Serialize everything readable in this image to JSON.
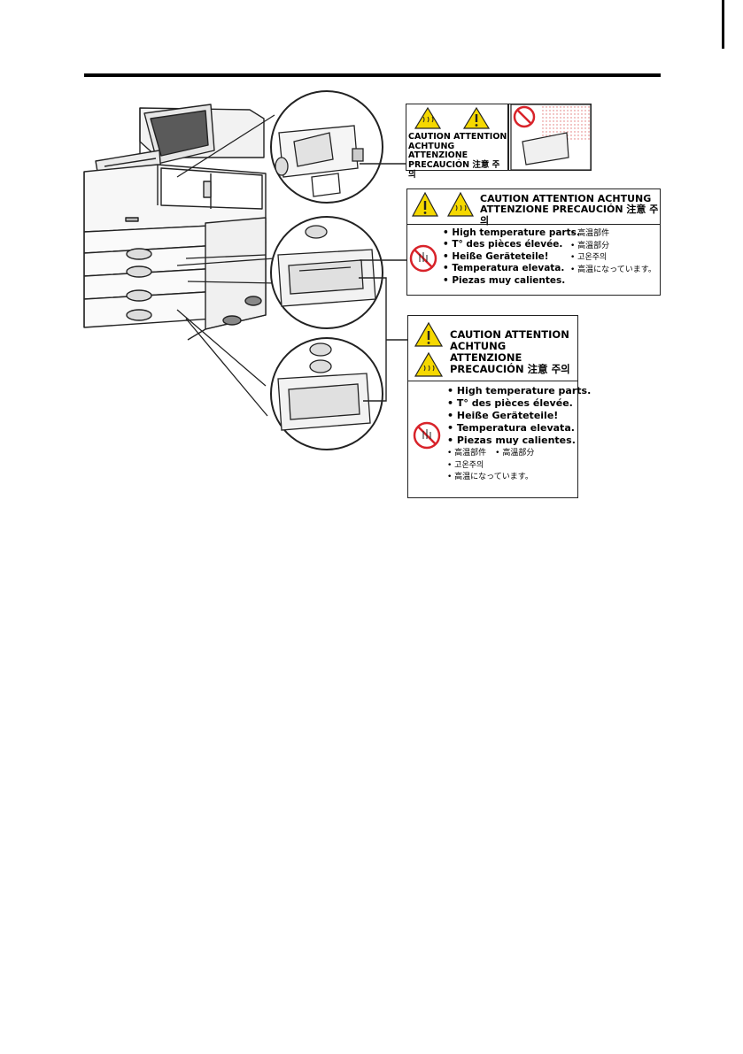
{
  "header": {
    "rule_color": "#000000"
  },
  "figure": {
    "device": "printer-with-paper-trays",
    "callout_count": 3,
    "label_top": {
      "title_lines": [
        "CAUTION  ATTENTION",
        "ACHTUNG  ATTENZIONE",
        "PRECAUCIÓN  注意  주의"
      ]
    },
    "label_middle": {
      "title_lines": [
        "CAUTION  ATTENTION  ACHTUNG",
        "ATTENZIONE  PRECAUCIÓN 注意 주의"
      ],
      "left_bullets": [
        "• High temperature parts.",
        "• T° des pièces élevée.",
        "• Heiße Geräteteile!",
        "• Temperatura elevata.",
        "• Piezas muy calientes."
      ],
      "right_bullets": [
        "• 高温部件",
        "• 高溫部分",
        "• 고온주의",
        "• 高温になっています。"
      ]
    },
    "label_bottom": {
      "title_lines": [
        "CAUTION  ATTENTION",
        "ACHTUNG  ATTENZIONE",
        "PRECAUCIÓN  注意  주의"
      ],
      "bullets": [
        "• High temperature parts.",
        "• T° des pièces élevée.",
        "• Heiße Geräteteile!",
        "• Temperatura elevata.",
        "• Piezas muy calientes."
      ],
      "small_bullets_row": [
        "• 高温部件",
        "• 高溫部分"
      ],
      "small_bullets": [
        "• 고온주의",
        "• 高温になっています。"
      ]
    },
    "colors": {
      "warning_yellow": "#f5d800",
      "prohibit_red": "#d8232a",
      "line": "#222222",
      "hatch_red": "#e07070"
    }
  }
}
